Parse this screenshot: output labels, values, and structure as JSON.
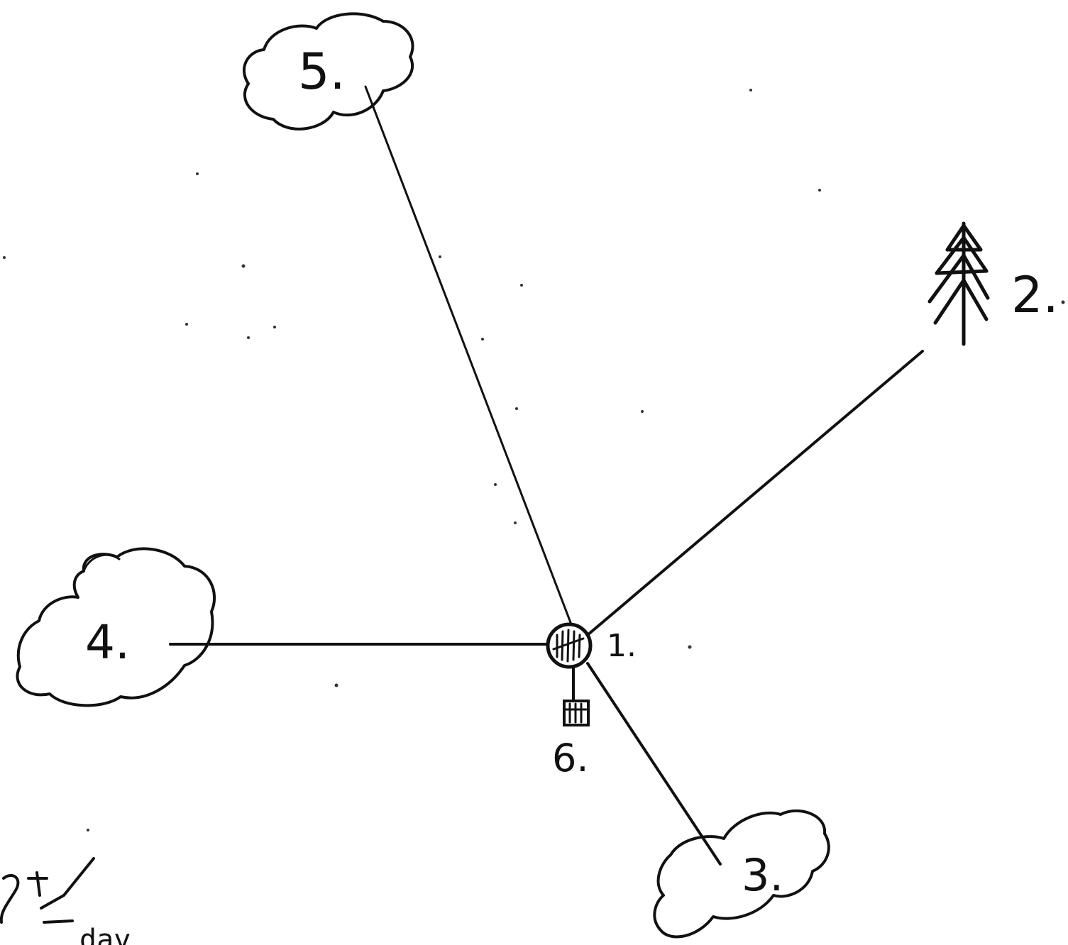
{
  "diagram": {
    "nodes": {
      "center": {
        "label": "1.",
        "shape": "hatched-circle"
      },
      "tree": {
        "label": "2.",
        "shape": "pine-tree-icon"
      },
      "cloud3": {
        "label": "3.",
        "shape": "cloud"
      },
      "cloud4": {
        "label": "4.",
        "shape": "cloud"
      },
      "cloud5": {
        "label": "5.",
        "shape": "cloud"
      },
      "box6": {
        "label": "6.",
        "shape": "hatched-square"
      }
    },
    "edges": [
      {
        "from": "1.",
        "to": "2."
      },
      {
        "from": "1.",
        "to": "3."
      },
      {
        "from": "1.",
        "to": "4."
      },
      {
        "from": "1.",
        "to": "5."
      },
      {
        "from": "1.",
        "to": "6."
      }
    ],
    "footnote": {
      "day_word": "day"
    }
  }
}
